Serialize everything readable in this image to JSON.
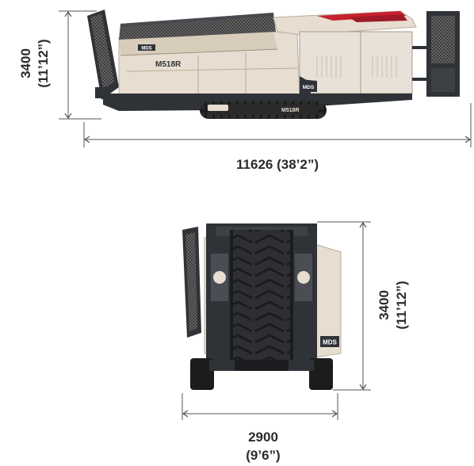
{
  "side_view": {
    "model_label": "M518R",
    "track_label": "M518R",
    "brand_badge": "MDS",
    "brand_badge_small": "MDS",
    "height_mm": "3400",
    "height_ft": "(11’12”)",
    "length_label": "11626 (38’2”)"
  },
  "rear_view": {
    "brand_badge": "MDS",
    "height_mm": "3400",
    "height_ft": "(11’12”)",
    "width_mm": "2900",
    "width_ft": "(9’6”)"
  },
  "colors": {
    "dimension_line": "#555555",
    "dimension_text": "#2b2b2b",
    "body_beige": "#e7ddd0",
    "chassis_dark": "#2f3338",
    "accent_red": "#c8202f",
    "track_black": "#1c1c1c"
  }
}
